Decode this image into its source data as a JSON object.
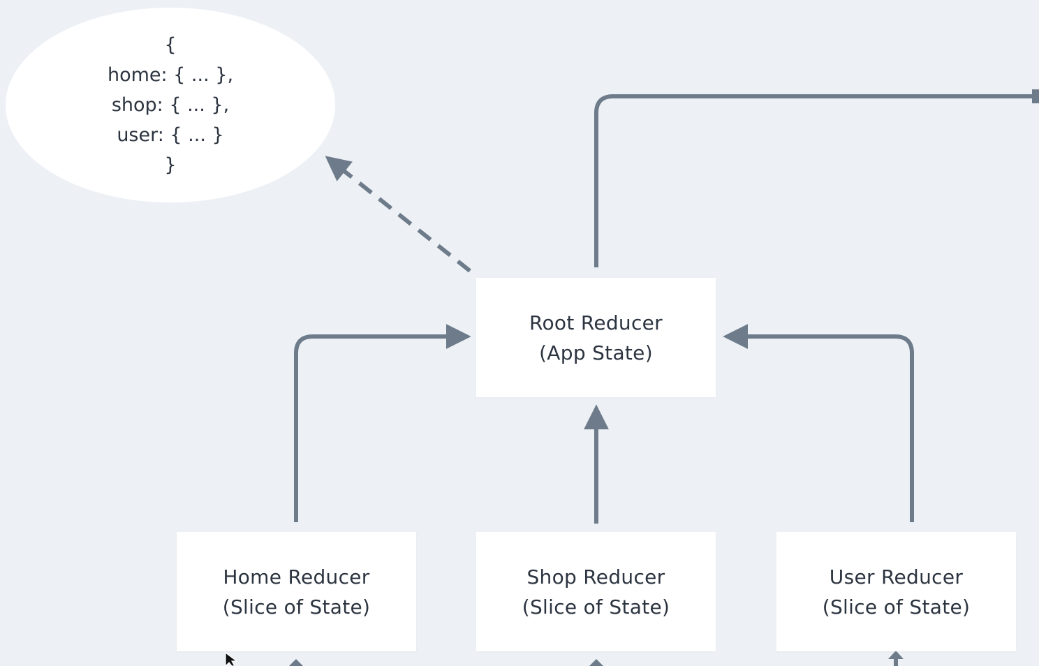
{
  "colors": {
    "background": "#edf1f5",
    "node_fill": "#ffffff",
    "edge": "#6d7b8a",
    "text": "#2c3440"
  },
  "state_object": {
    "lines": [
      "{",
      "home: { ... },",
      "shop: { ... },",
      "user: { ... }",
      "}"
    ]
  },
  "nodes": {
    "root": {
      "title": "Root Reducer",
      "subtitle": "(App State)"
    },
    "home": {
      "title": "Home Reducer",
      "subtitle": "(Slice of State)"
    },
    "shop": {
      "title": "Shop Reducer",
      "subtitle": "(Slice of State)"
    },
    "user": {
      "title": "User Reducer",
      "subtitle": "(Slice of State)"
    }
  },
  "edges": [
    {
      "from": "home",
      "to": "root",
      "style": "solid"
    },
    {
      "from": "shop",
      "to": "root",
      "style": "solid"
    },
    {
      "from": "user",
      "to": "root",
      "style": "solid"
    },
    {
      "from": "root",
      "to": "state_object",
      "style": "dashed"
    },
    {
      "from": "root",
      "to": "offscreen-right",
      "style": "solid"
    }
  ],
  "icons": {
    "cursor": "mouse-pointer-icon"
  }
}
